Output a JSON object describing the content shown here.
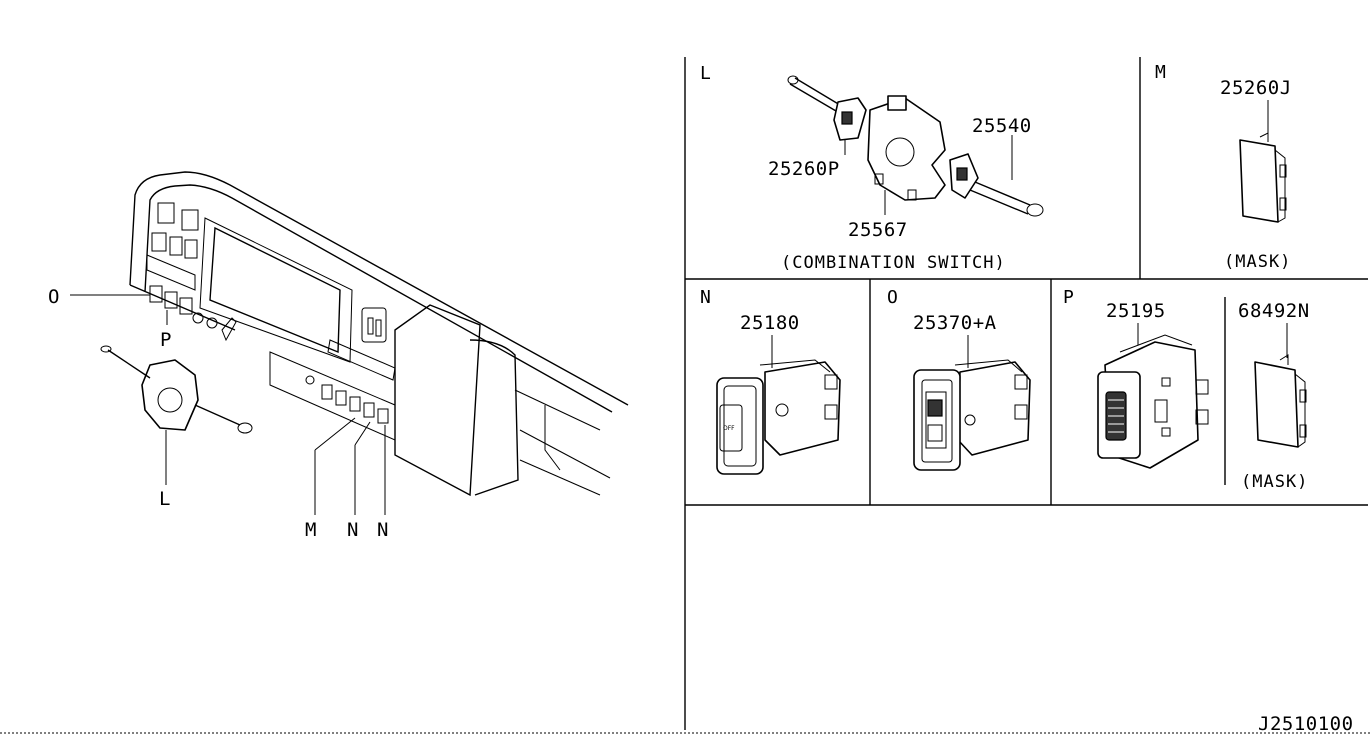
{
  "overview": {
    "callouts": [
      "O",
      "P",
      "L",
      "M",
      "N",
      "N"
    ]
  },
  "panels": {
    "L": {
      "letter": "L",
      "parts": [
        "25260P",
        "25567",
        "25540"
      ],
      "caption": "(COMBINATION SWITCH)"
    },
    "M": {
      "letter": "M",
      "parts": [
        "25260J"
      ],
      "caption": "(MASK)"
    },
    "N": {
      "letter": "N",
      "parts": [
        "25180"
      ]
    },
    "O": {
      "letter": "O",
      "parts": [
        "25370+A"
      ]
    },
    "P": {
      "letter": "P",
      "parts": [
        "25195",
        "68492N"
      ],
      "caption": "(MASK)"
    }
  },
  "diagram_code": "J2510100"
}
